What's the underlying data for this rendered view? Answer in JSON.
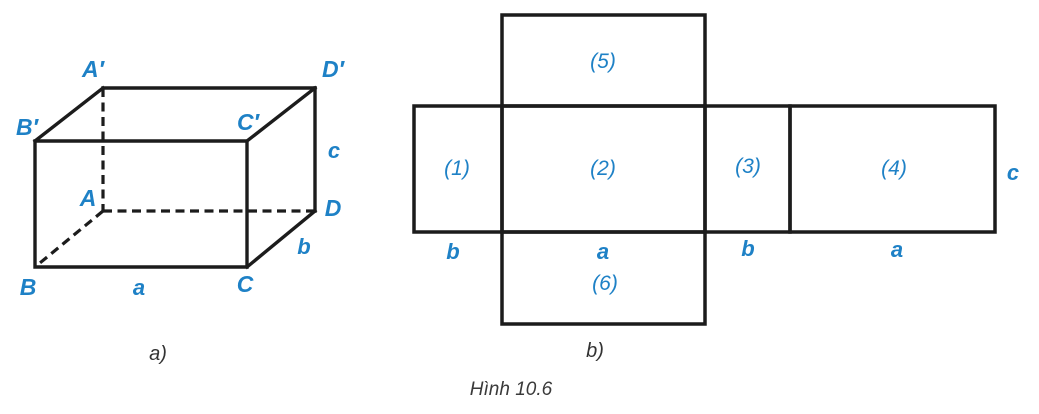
{
  "figure_caption": "Hình 10.6",
  "colors": {
    "label_blue": "#1e81c6",
    "line_black": "#1c1c1c",
    "caption_gray": "#333333"
  },
  "panel_a": {
    "caption": "a)",
    "vertices": {
      "a_prime": "A′",
      "d_prime": "D′",
      "b_prime": "B′",
      "c_prime": "C′",
      "a": "A",
      "b": "B",
      "c": "C",
      "d": "D"
    },
    "edges": {
      "a": "a",
      "b": "b",
      "c": "c"
    }
  },
  "panel_b": {
    "caption": "b)",
    "faces": {
      "f1": "(1)",
      "f2": "(2)",
      "f3": "(3)",
      "f4": "(4)",
      "f5": "(5)",
      "f6": "(6)"
    },
    "dims": {
      "b_under_1": "b",
      "a_under_2": "a",
      "b_under_3": "b",
      "a_under_4": "a",
      "c_right_4": "c"
    }
  }
}
